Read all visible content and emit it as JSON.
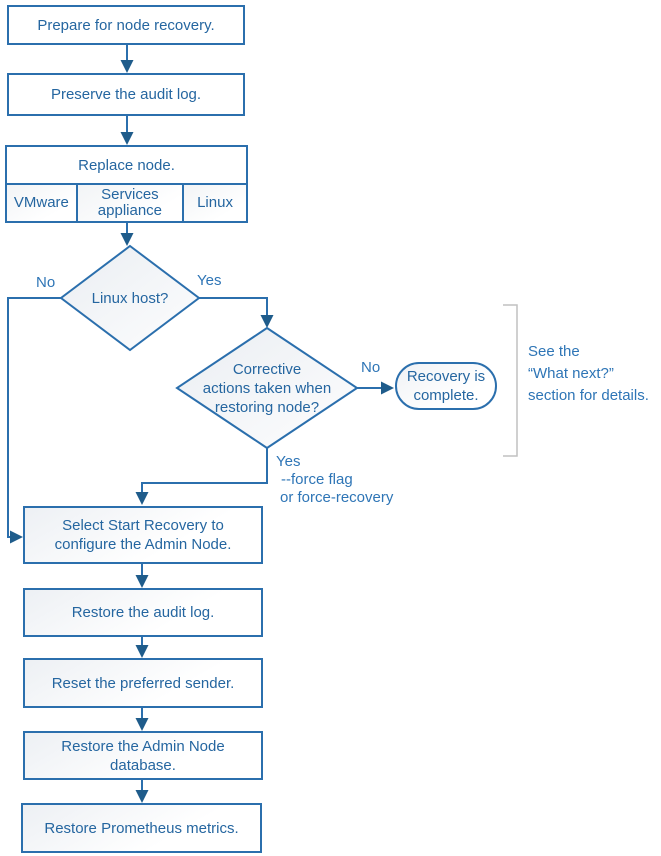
{
  "colors": {
    "line": "#2B6FAD",
    "arrowhead": "#1F5C8B",
    "box_text": "#2566A0",
    "label_text": "#2E75B6",
    "bracket": "#C1C1C1"
  },
  "boxes": {
    "prepare": "Prepare for node recovery.",
    "preserve": "Preserve the audit log.",
    "replace": "Replace node.",
    "replace_options": [
      "VMware",
      "Services appliance",
      "Linux"
    ],
    "select_recovery": "Select Start Recovery to configure the Admin Node.",
    "restore_audit": "Restore the audit log.",
    "reset_sender": "Reset the preferred sender.",
    "restore_db": "Restore the Admin Node database.",
    "restore_metrics": "Restore Prometheus metrics."
  },
  "decisions": {
    "linux_host": "Linux host?",
    "corrective_l1": "Corrective",
    "corrective_l2": "actions taken when",
    "corrective_l3": "restoring node?"
  },
  "terminal": {
    "recovery_complete": "Recovery is complete."
  },
  "labels": {
    "no_linux": "No",
    "yes_linux": "Yes",
    "no_corrective": "No",
    "yes_corrective": "Yes",
    "force_flag": "--force flag",
    "force_recovery": "or force-recovery"
  },
  "note": {
    "line1": "See the",
    "line2": "“What next?”",
    "line3": "section for details."
  }
}
